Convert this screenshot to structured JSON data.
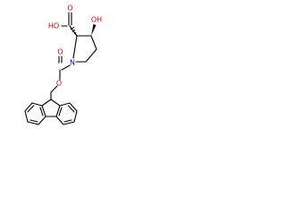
{
  "molecule": {
    "atom_labels": {
      "acid_hydroxyl": "HO",
      "acid_carbonyl_oxygen": "O",
      "ring_hydroxyl": "OH",
      "ring_nitrogen": "N",
      "carbamate_carbonyl_oxygen": "O",
      "carbamate_ester_oxygen": "O"
    },
    "colors": {
      "oxygen": "#cc0000",
      "nitrogen": "#0000cc",
      "bond": "#000000",
      "background": "#ffffff"
    }
  }
}
